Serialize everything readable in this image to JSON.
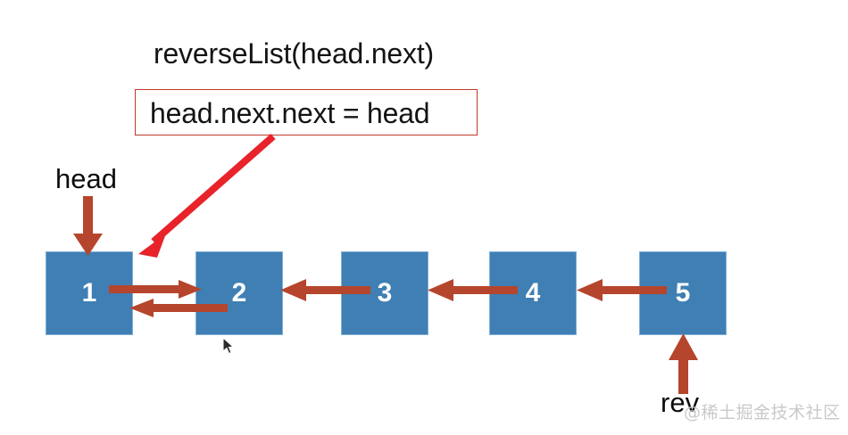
{
  "diagram": {
    "title": "reverseList(head.next)",
    "expression": "head.next.next = head",
    "nodes": [
      {
        "label": "1"
      },
      {
        "label": "2"
      },
      {
        "label": "3"
      },
      {
        "label": "4"
      },
      {
        "label": "5"
      }
    ],
    "pointers": {
      "head": "head",
      "rev": "rev"
    },
    "colors": {
      "node_fill": "#3f7fb4",
      "node_text": "#ffffff",
      "link_arrow": "#b5452c",
      "callout_arrow": "#e8232a",
      "callout_border": "#c0392b",
      "background": "#ffffff",
      "watermark": "#c9c9c9"
    },
    "links": [
      {
        "from": "1",
        "to": "2",
        "direction": "right"
      },
      {
        "from": "2",
        "to": "1",
        "direction": "left"
      },
      {
        "from": "3",
        "to": "2",
        "direction": "left"
      },
      {
        "from": "4",
        "to": "3",
        "direction": "left"
      },
      {
        "from": "5",
        "to": "4",
        "direction": "left"
      }
    ]
  },
  "watermark": {
    "text": "@稀土掘金技术社区"
  },
  "icons": {
    "cursor": "mouse-pointer-icon"
  }
}
